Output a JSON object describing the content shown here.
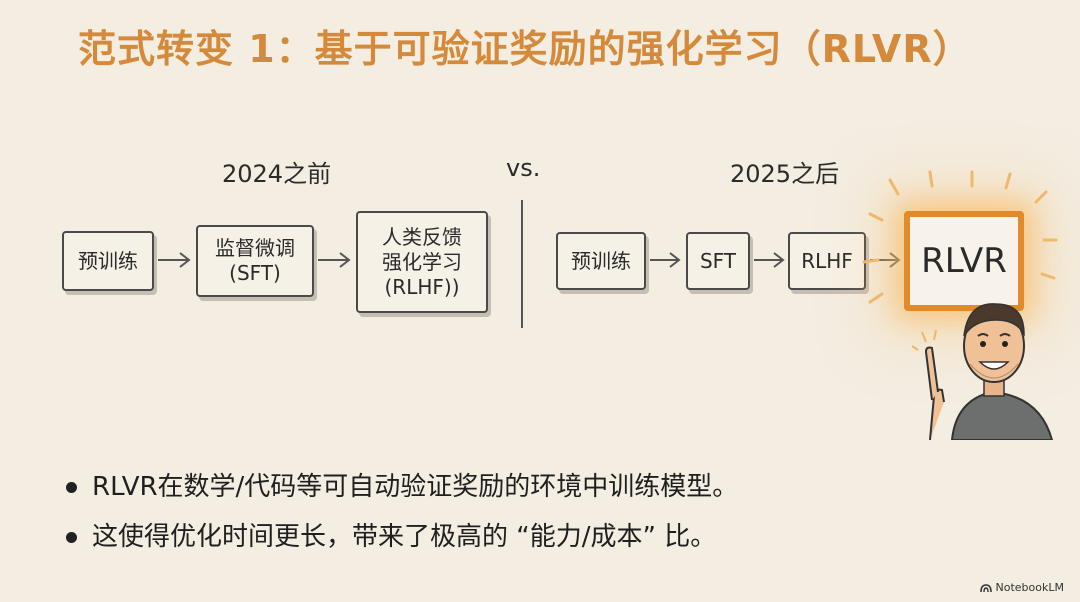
{
  "title": "范式转变 1：基于可验证奖励的强化学习（RLVR）",
  "before_label": "2024之前",
  "vs_label": "vs.",
  "after_label": "2025之后",
  "before_pipeline": [
    "预训练",
    "监督微调\n(SFT)",
    "人类反馈\n强化学习\n(RLHF))"
  ],
  "after_pipeline": [
    "预训练",
    "SFT",
    "RLHF",
    "RLVR"
  ],
  "bullets": [
    "RLVR在数学/代码等可自动验证奖励的环境中训练模型。",
    "这使得优化时间更长，带来了极高的 “能力/成本” 比。"
  ],
  "watermark": "NotebookLM",
  "colors": {
    "accent": "#d48a3a",
    "highlight_border": "#e08a2c",
    "background": "#f3ede2"
  }
}
